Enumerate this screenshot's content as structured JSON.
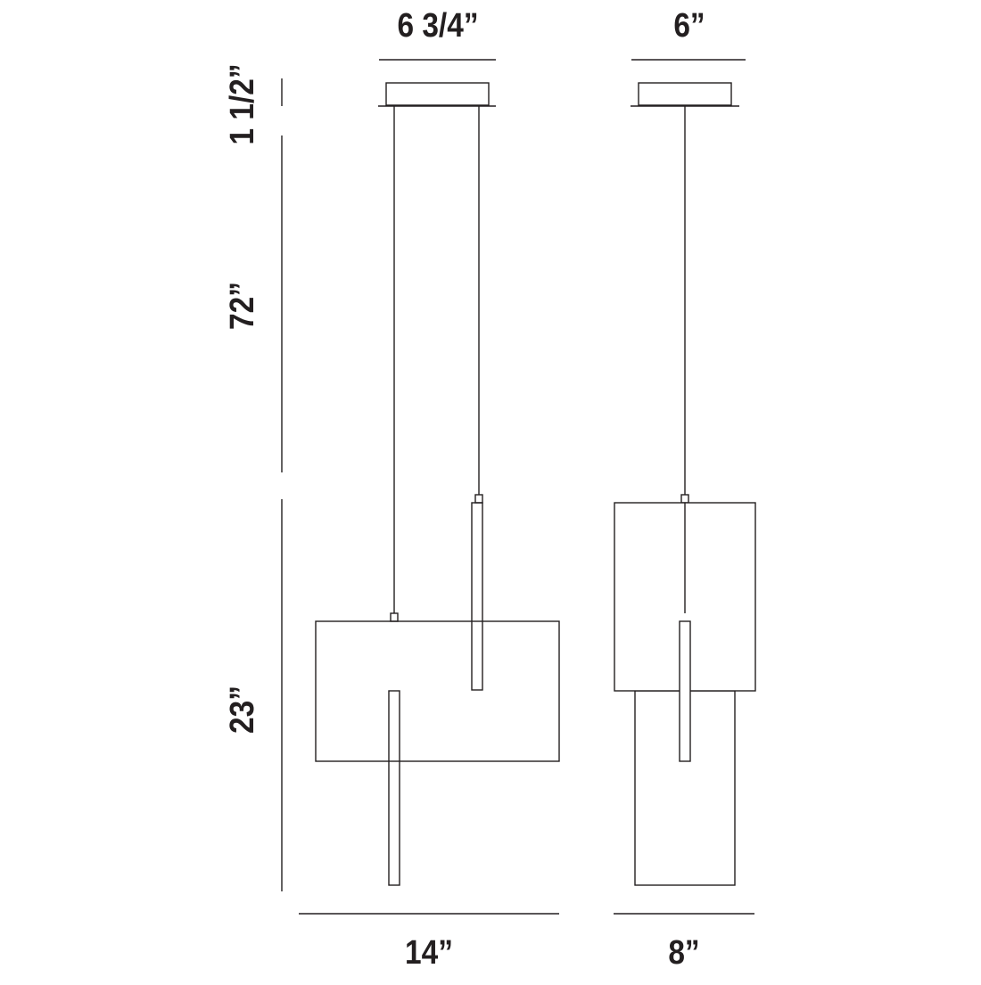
{
  "diagram": {
    "title": "Pendant light dimension drawing",
    "stroke_color": "#231f20",
    "line_color": "#333333",
    "views": [
      {
        "name": "front-view",
        "canopy_width_label": "6 3/4”",
        "overall_width_label": "14”"
      },
      {
        "name": "side-view",
        "canopy_width_label": "6”",
        "overall_width_label": "8”"
      }
    ],
    "dimensions": {
      "canopy_front_width": "6 3/4”",
      "canopy_side_width": "6”",
      "canopy_height": "1 1/2”",
      "cable_length": "72”",
      "fixture_height": "23”",
      "fixture_front_width": "14”",
      "fixture_side_width": "8”"
    }
  }
}
